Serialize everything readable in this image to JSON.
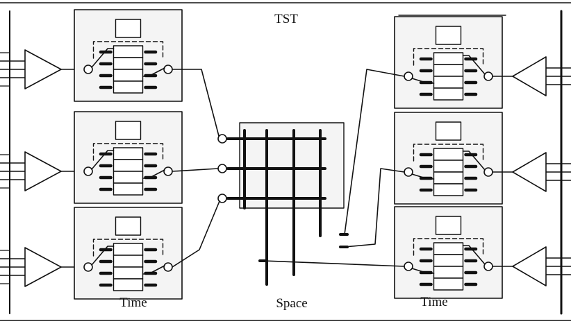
{
  "diagram": {
    "title": "TST",
    "stage_labels": {
      "time_left": "Time",
      "space": "Space",
      "time_right": "Time"
    },
    "stages": {
      "time_left": {
        "modules": 3,
        "slots_per_module": 4
      },
      "space": {
        "grid_lines_horizontal": 3,
        "grid_lines_vertical": 4
      },
      "time_right": {
        "modules": 3,
        "slots_per_module": 4
      }
    },
    "colors": {
      "ink": "#111111",
      "panel": "#f4f4f4",
      "background": "#ffffff"
    }
  }
}
